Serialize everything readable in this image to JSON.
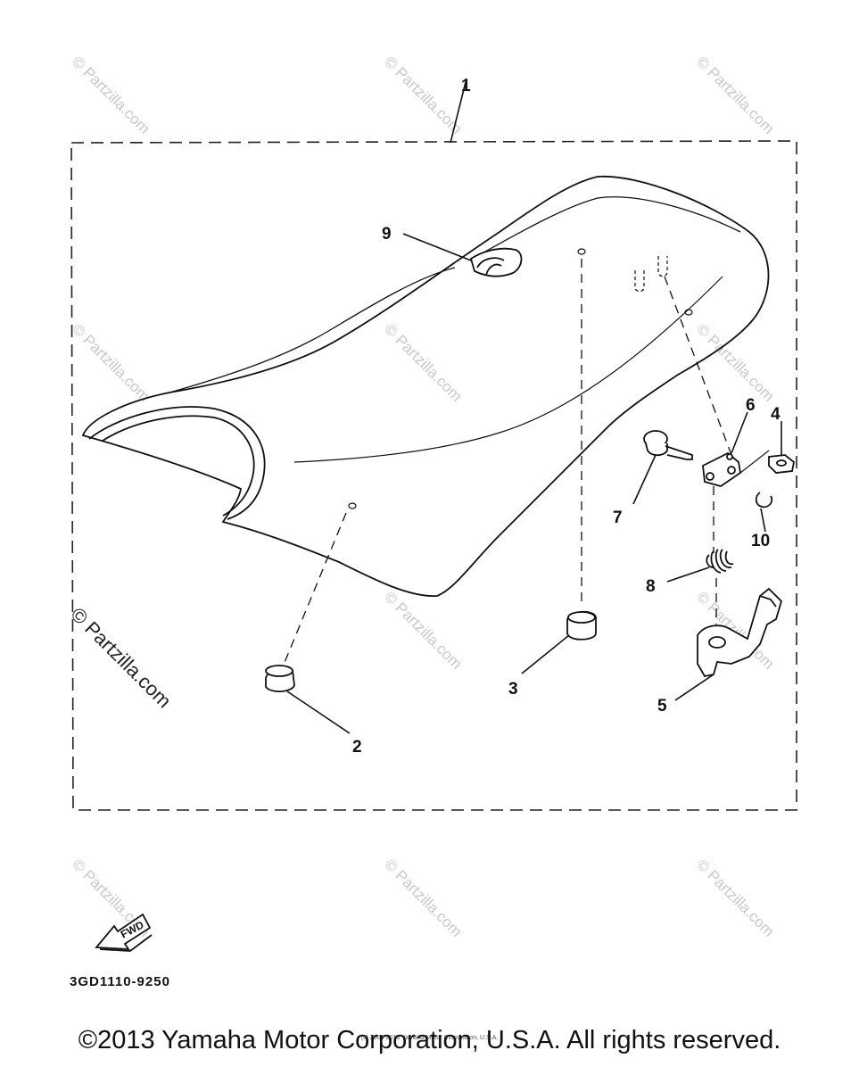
{
  "diagram": {
    "callouts": [
      "1",
      "2",
      "3",
      "4",
      "5",
      "6",
      "7",
      "8",
      "9",
      "10"
    ],
    "fwd_label": "FWD",
    "part_code": "3GD1110-9250"
  },
  "watermark": {
    "small": "© Partzilla.com",
    "large": "© Partzilla.com"
  },
  "footer": {
    "copyright": "©2013 Yamaha Motor Corporation, U.S.A. All rights reserved.",
    "small_copyright": "(c) 2006-2016 Yamaha Motor Corporation, U.S.A."
  }
}
